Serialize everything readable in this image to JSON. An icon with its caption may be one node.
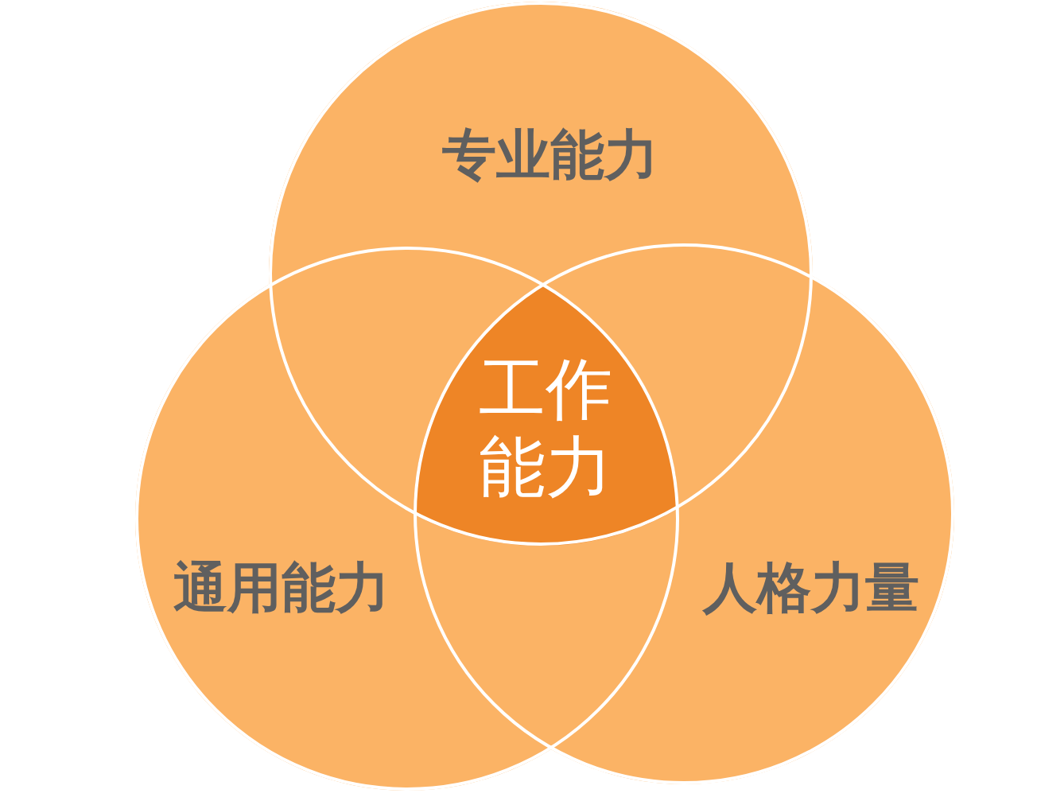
{
  "diagram": {
    "nodes": [
      {
        "text": [
          "专业能力"
        ]
      },
      {
        "text": [
          "工作能力"
        ]
      },
      {
        "text": [
          "通用能力"
        ]
      },
      {
        "text": [
          "人格力量"
        ]
      }
    ]
  }
}
